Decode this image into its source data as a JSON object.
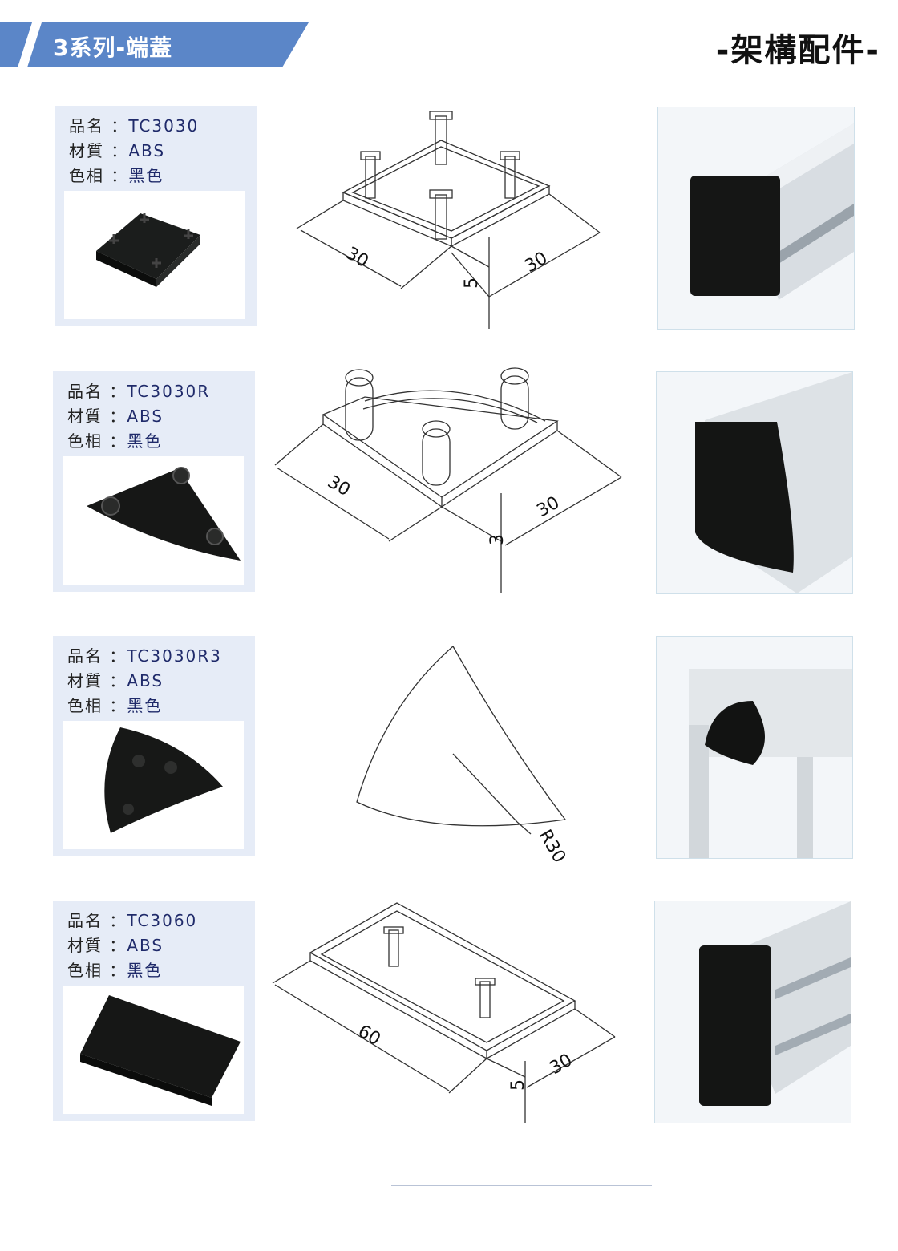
{
  "header": {
    "series_title": "3系列-端蓋",
    "category_title": "-架構配件-",
    "banner_color": "#5b86c8"
  },
  "labels": {
    "name_key": "品名",
    "material_key": "材質",
    "color_key": "色相",
    "separator": "："
  },
  "products": [
    {
      "model": "TC3030",
      "material": "ABS",
      "color": "黑色",
      "dimensions": {
        "width": "30",
        "depth": "30",
        "height": "5"
      }
    },
    {
      "model": "TC3030R",
      "material": "ABS",
      "color": "黑色",
      "dimensions": {
        "width": "30",
        "depth": "30",
        "height": "3"
      }
    },
    {
      "model": "TC3030R3",
      "material": "ABS",
      "color": "黑色",
      "dimensions": {
        "radius": "R30"
      }
    },
    {
      "model": "TC3060",
      "material": "ABS",
      "color": "黑色",
      "dimensions": {
        "length": "60",
        "width": "30",
        "height": "5"
      }
    }
  ]
}
